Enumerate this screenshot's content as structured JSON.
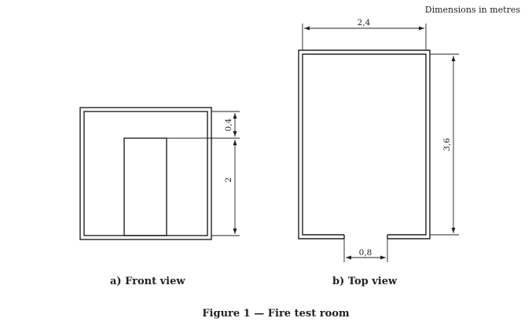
{
  "header": {
    "units_note": "Dimensions in metres"
  },
  "front_view": {
    "caption": "a)  Front view",
    "dim_top": "0,4",
    "dim_height": "2"
  },
  "top_view": {
    "caption": "b)  Top view",
    "dim_width": "2,4",
    "dim_depth": "3,6",
    "dim_opening": "0,8"
  },
  "figure": {
    "title": "Figure 1 — Fire test room"
  },
  "colors": {
    "line": "#222222",
    "background": "#ffffff"
  }
}
